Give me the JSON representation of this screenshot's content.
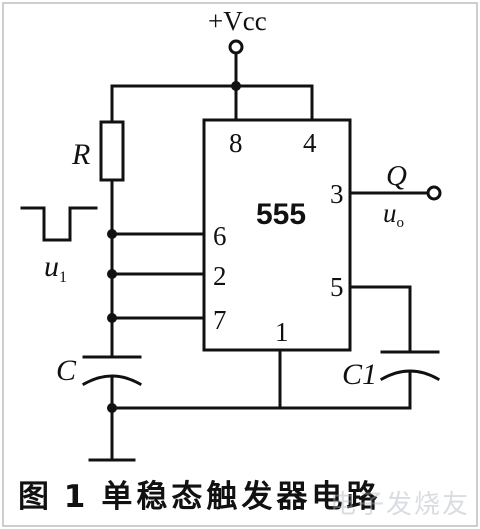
{
  "figure": {
    "label": "图 1",
    "title": "单稳态触发器电路"
  },
  "circuit": {
    "supply": "+Vcc",
    "chip": "555",
    "resistor": "R",
    "capacitor": "C",
    "capacitor2": "C1",
    "output_name": "Q",
    "output_signal_base": "u",
    "output_signal_sub": "o",
    "input_signal_base": "u",
    "input_signal_sub": "1",
    "pins": {
      "p8": "8",
      "p4": "4",
      "p6": "6",
      "p2": "2",
      "p7": "7",
      "p3": "3",
      "p5": "5",
      "p1": "1"
    }
  },
  "watermark": "电子发烧友"
}
